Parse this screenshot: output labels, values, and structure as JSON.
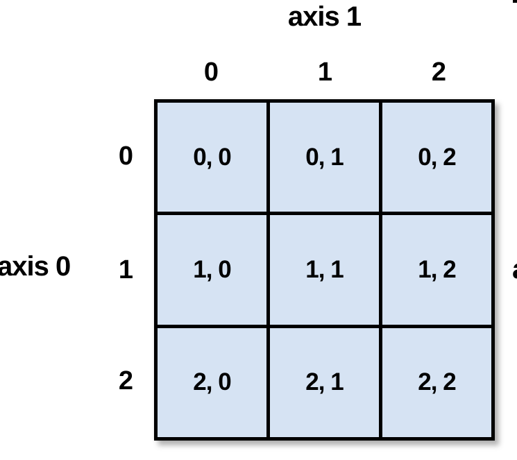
{
  "diagram": {
    "title_top": "axis 1",
    "title_left": "axis 0",
    "partial_right_text": "a",
    "columns": [
      "0",
      "1",
      "2"
    ],
    "rows": [
      "0",
      "1",
      "2"
    ],
    "cells": [
      [
        "0, 0",
        "0, 1",
        "0, 2"
      ],
      [
        "1, 0",
        "1, 1",
        "1, 2"
      ],
      [
        "2, 0",
        "2, 1",
        "2, 2"
      ]
    ],
    "colors": {
      "cell_fill": "#d6e3f3",
      "grid_line": "#000000",
      "text": "#000000",
      "background": "#ffffff"
    }
  }
}
